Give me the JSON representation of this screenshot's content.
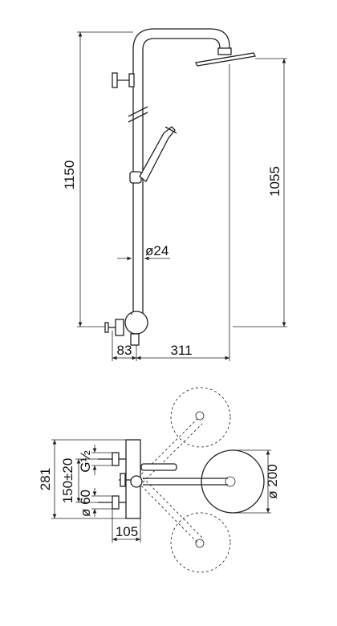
{
  "front_view": {
    "dims": {
      "total_height": "1150",
      "head_height": "1055",
      "pipe_diameter": "ø24",
      "mixer_offset": "83",
      "arm_reach": "311"
    }
  },
  "top_view": {
    "dims": {
      "overall_depth": "281",
      "inlet_spacing": "150±20",
      "inlet_thread": "G½",
      "escutcheon": "ø 60",
      "mixer_depth": "105",
      "head_diameter": "ø 200"
    }
  }
}
